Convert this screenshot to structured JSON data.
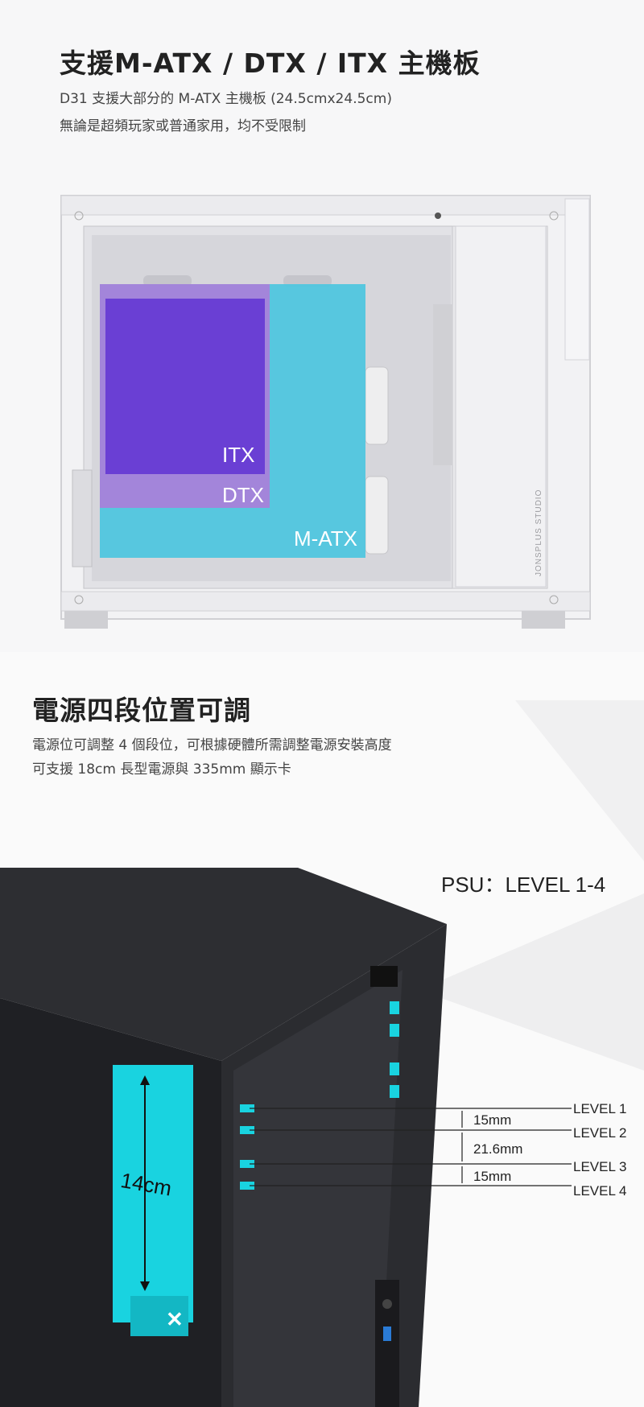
{
  "section1": {
    "title": "支援M-ATX / DTX / ITX 主機板",
    "desc_line1": "D31 支援大部分的 M-ATX 主機板 (24.5cmx24.5cm)",
    "desc_line2": "無論是超頻玩家或普通家用，均不受限制",
    "board_labels": {
      "itx": "ITX",
      "dtx": "DTX",
      "matx": "M-ATX"
    },
    "watermark": "JONSPLUS STUDIO",
    "colors": {
      "itx": "#6a3fd4",
      "dtx": "#a97fd9",
      "matx": "#4cc6e0"
    }
  },
  "section2": {
    "title": "電源四段位置可調",
    "desc_line1": "電源位可調整 4 個段位，可根據硬體所需調整電源安裝高度",
    "desc_line2": "可支援 18cm 長型電源與 335mm 顯示卡",
    "psu_heading": "PSU：LEVEL 1-4",
    "psu_height": "14cm",
    "levels": [
      "LEVEL 1",
      "LEVEL 2",
      "LEVEL 3",
      "LEVEL 4"
    ],
    "spacings": [
      "15mm",
      "21.6mm",
      "15mm"
    ],
    "colors": {
      "accent": "#19d3e0",
      "case": "#2b2c30"
    }
  }
}
